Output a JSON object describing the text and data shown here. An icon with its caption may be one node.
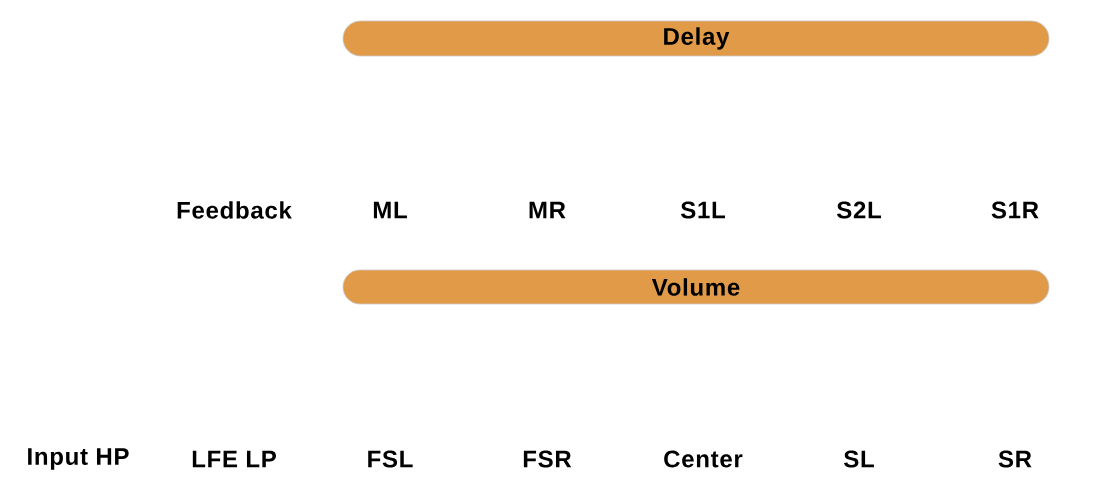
{
  "diagram": {
    "nodes": [
      {
        "text": [
          "Delay"
        ]
      },
      {
        "text": [
          "Volume"
        ]
      }
    ],
    "labels": [
      "Feedback",
      "ML",
      "MR",
      "S1L",
      "S2L",
      "S1R",
      "Input HP",
      "LFE LP",
      "FSL",
      "FSR",
      "Center",
      "SL",
      "SR"
    ]
  }
}
